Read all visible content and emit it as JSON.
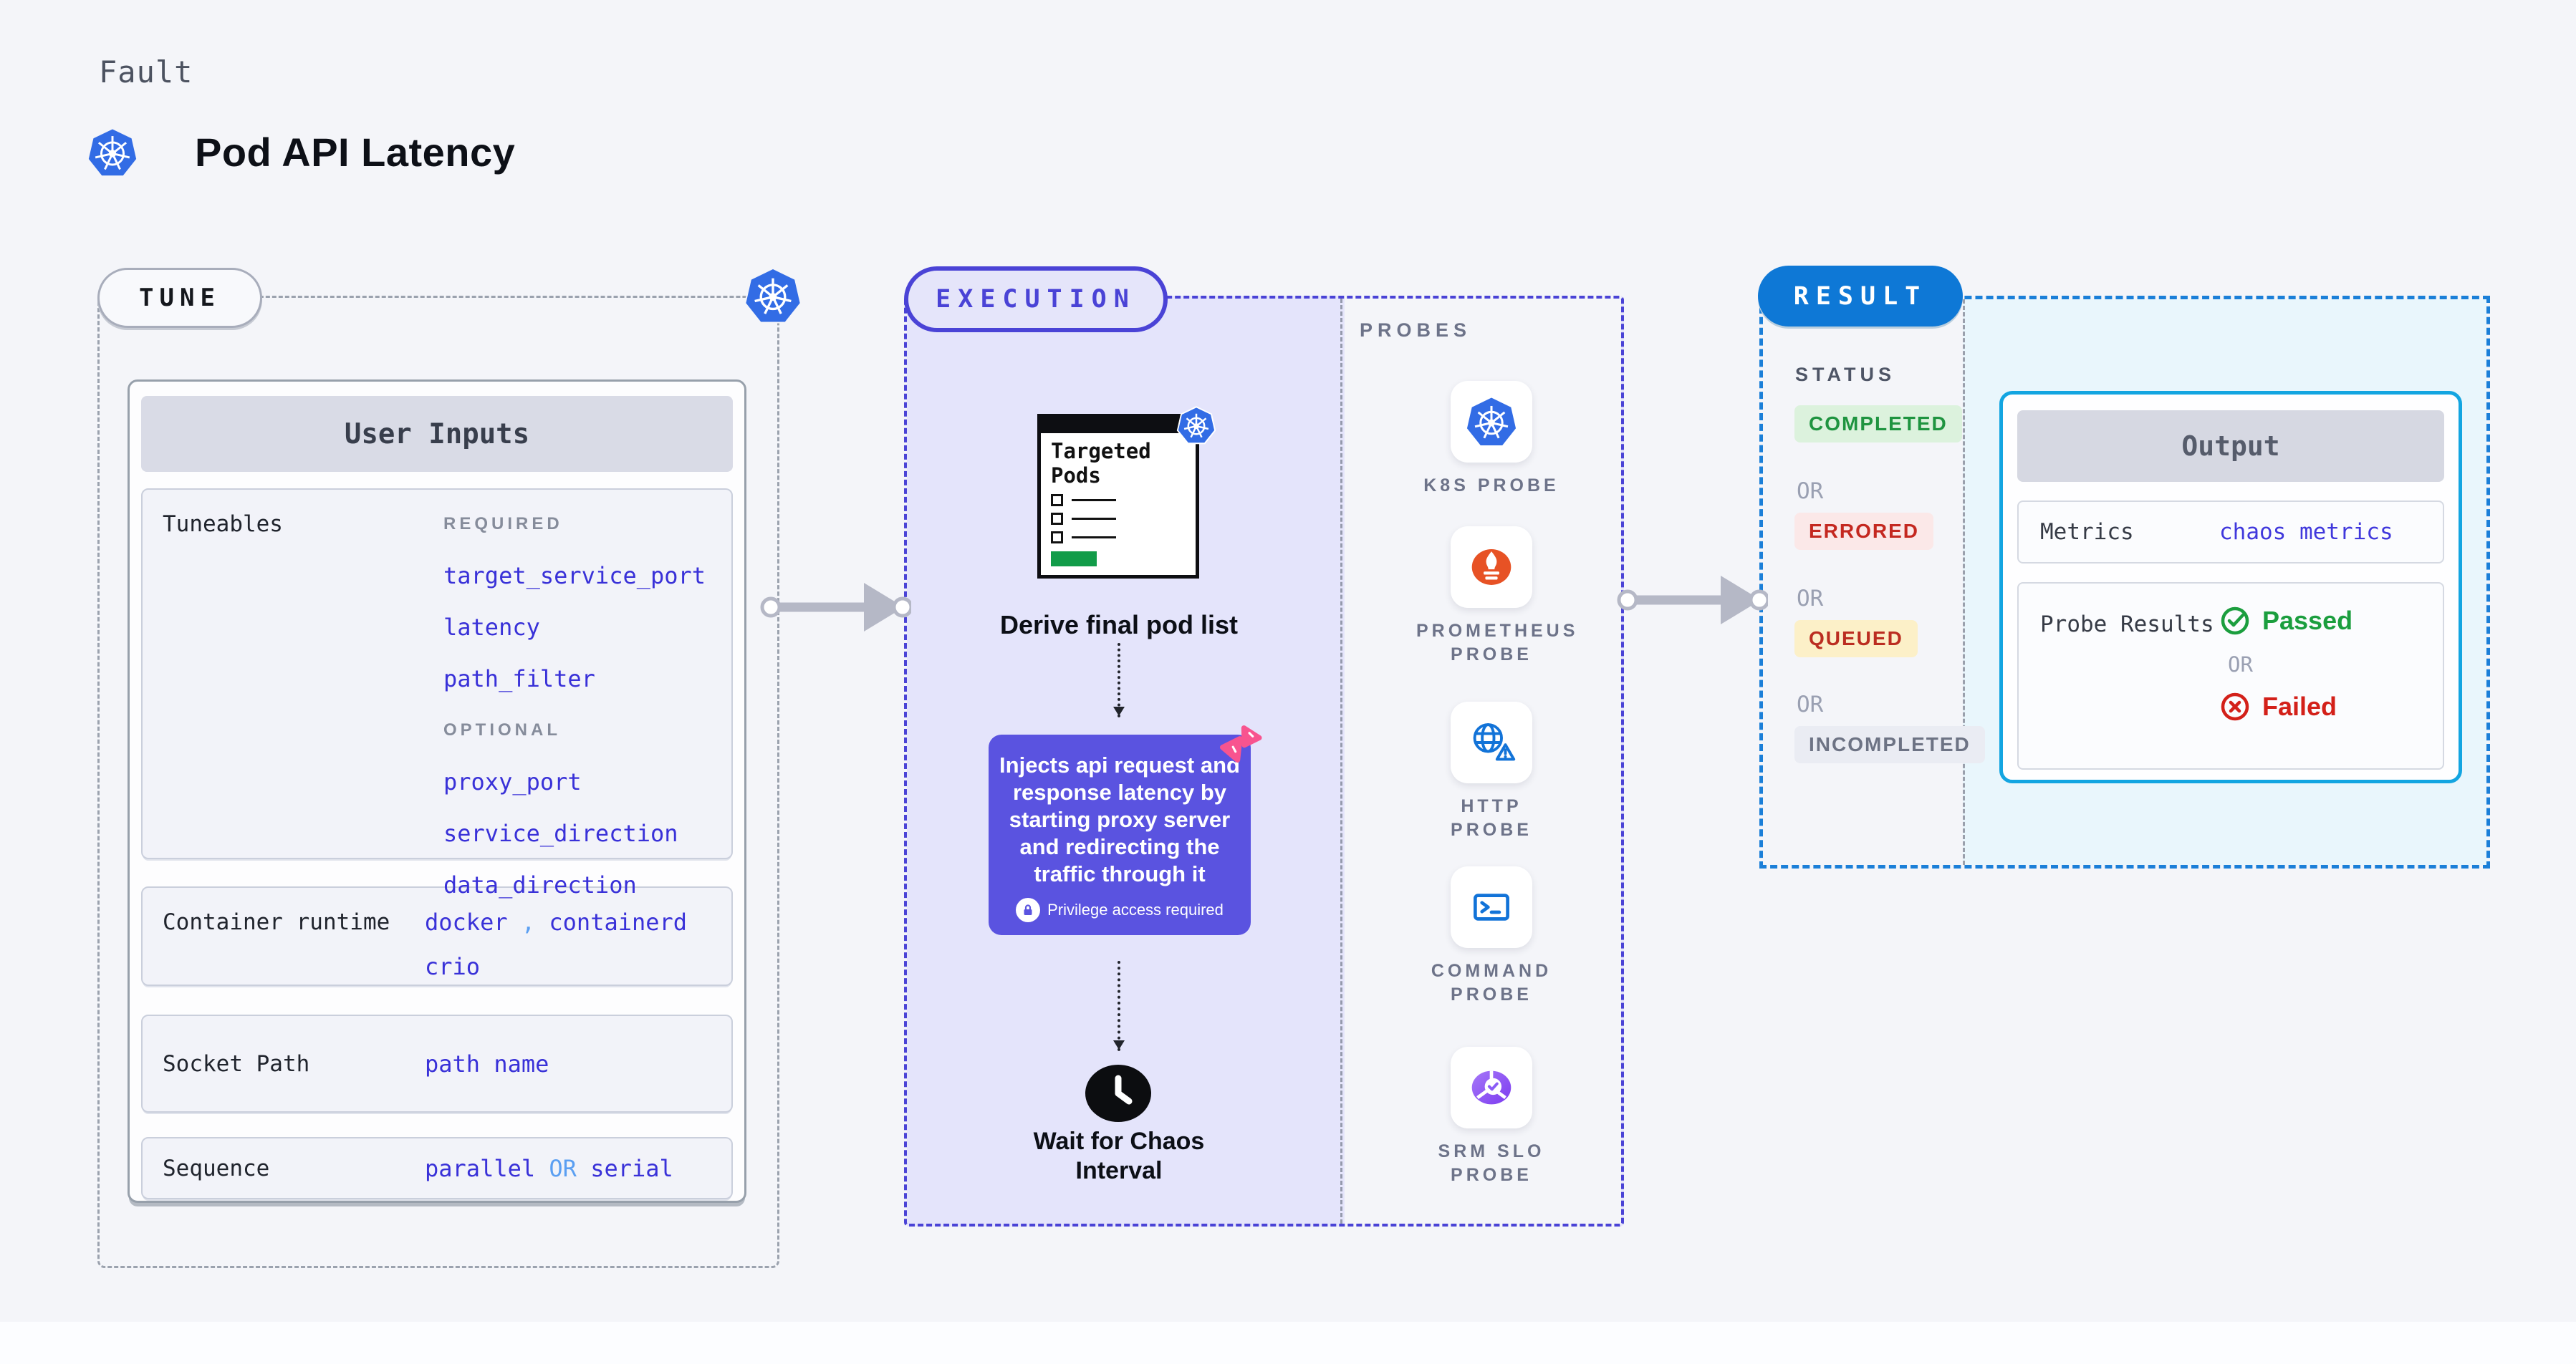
{
  "header": {
    "eyebrow": "Fault",
    "title": "Pod API Latency"
  },
  "tune": {
    "label": "TUNE",
    "card_header": "User Inputs",
    "tuneables": {
      "label": "Tuneables",
      "required_label": "REQUIRED",
      "required": [
        "target_service_port",
        "latency",
        "path_filter"
      ],
      "optional_label": "OPTIONAL",
      "optional": [
        "proxy_port",
        "service_direction",
        "data_direction"
      ]
    },
    "container_runtime": {
      "label": "Container runtime",
      "value1": "docker",
      "separator": ",",
      "value2": "containerd",
      "value3": "crio"
    },
    "socket_path": {
      "label": "Socket Path",
      "value": "path name"
    },
    "sequence": {
      "label": "Sequence",
      "value1": "parallel",
      "or": "OR",
      "value2": "serial"
    }
  },
  "execution": {
    "label": "EXECUTION",
    "targeted_pods_title": "Targeted Pods",
    "derive_step": "Derive final pod list",
    "inject_step": "Injects api request and response latency by starting proxy server and redirecting the traffic through it",
    "privilege_note": "Privilege access required",
    "wait_step": "Wait for Chaos Interval"
  },
  "probes": {
    "label": "PROBES",
    "items": [
      {
        "name": "K8S PROBE",
        "icon": "kubernetes-icon"
      },
      {
        "name": "PROMETHEUS PROBE",
        "icon": "prometheus-icon"
      },
      {
        "name": "HTTP PROBE",
        "icon": "globe-alert-icon"
      },
      {
        "name": "COMMAND PROBE",
        "icon": "terminal-icon"
      },
      {
        "name": "SRM SLO PROBE",
        "icon": "slo-pie-icon"
      }
    ]
  },
  "result": {
    "label": "RESULT",
    "status_label": "STATUS",
    "or": "OR",
    "statuses": [
      {
        "name": "COMPLETED",
        "bg": "#dcf2dd",
        "color": "#1f9440"
      },
      {
        "name": "ERRORED",
        "bg": "#fbe8e8",
        "color": "#c42820"
      },
      {
        "name": "QUEUED",
        "bg": "#fcf0c8",
        "color": "#bb2d21"
      },
      {
        "name": "INCOMPLETED",
        "bg": "#eaecf3",
        "color": "#6d7384"
      }
    ],
    "output": {
      "header": "Output",
      "metrics_label": "Metrics",
      "metrics_value": "chaos metrics",
      "probe_results_label": "Probe Results",
      "passed": "Passed",
      "or": "OR",
      "failed": "Failed"
    }
  },
  "colors": {
    "page_bg": "#f4f5f9",
    "indigo_accent": "#4a43d6",
    "inject_purple": "#5a53e0",
    "chaos_pink": "#f8548f",
    "result_blue": "#0e78d6",
    "cyan_accent": "#13a5e1",
    "param_blue": "#3931d8",
    "light_blue": "#5b9ff2",
    "green": "#1f9e3f",
    "red": "#d32019",
    "kubernetes_blue": "#326ce5",
    "prometheus_orange": "#e75225"
  }
}
